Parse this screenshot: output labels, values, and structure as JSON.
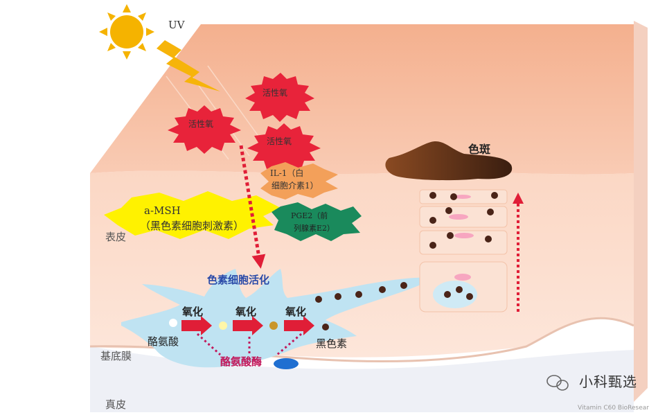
{
  "uv_label": "UV",
  "ros": {
    "label_1": "活性氧",
    "label_2": "活性氧",
    "label_3": "活性氧"
  },
  "il1": {
    "line1": "IL-1（白",
    "line2": "细胞介素1）"
  },
  "msh": {
    "line1": "a-MSH",
    "line2": "（黑色素细胞刺激素）"
  },
  "pge2": {
    "line1": "PGE2（前",
    "line2": "列腺素E2）"
  },
  "melanocyte_activation": "色素细胞活化",
  "oxidation_1": "氧化",
  "oxidation_2": "氧化",
  "oxidation_3": "氧化",
  "tyrosine": "酪氨酸",
  "melanin": "黑色素",
  "tyrosinase": "酪氨酸酶",
  "pigment_spot": "色斑",
  "layers": {
    "epidermis": "表皮",
    "basement_membrane": "基底膜",
    "dermis": "真皮"
  },
  "watermark": {
    "brand": "小科甄选",
    "vendor": "Vitamin C60 BioResear"
  },
  "colors": {
    "skin_top": "#f6b79a",
    "skin_mid": "#f9d2bf",
    "dermis": "#eef0f6",
    "ros_red": "#e8233a",
    "il1_orange": "#f3a05a",
    "msh_yellow": "#fff200",
    "pge2_green": "#1a8a5c",
    "cell_blue": "#bfe3f2",
    "arrow_red": "#e01e37",
    "melanin_dark": "#4a2418",
    "label_blue": "#2a4aa8"
  }
}
